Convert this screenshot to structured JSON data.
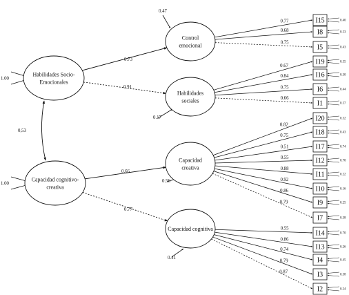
{
  "latent_nodes": [
    {
      "id": "hse",
      "lines": [
        "Habilidades Socio-",
        "Emocionales"
      ],
      "variance": "1.00"
    },
    {
      "id": "ccc",
      "lines": [
        "Capacidad cognitivo-",
        "creativa"
      ],
      "variance": "1.00"
    },
    {
      "id": "ce",
      "lines": [
        "Control",
        "emocional"
      ],
      "residual": "0.47"
    },
    {
      "id": "hs",
      "lines": [
        "Habilidades",
        "sociales"
      ],
      "residual": "0.17"
    },
    {
      "id": "cr",
      "lines": [
        "Capacidad",
        "creativa"
      ],
      "residual": "0.56"
    },
    {
      "id": "cg",
      "lines": [
        "Capacidad cognitiva"
      ],
      "residual": "0.41"
    }
  ],
  "correlation": {
    "from": "hse",
    "to": "ccc",
    "value": "0,53"
  },
  "structural_paths": [
    {
      "from": "hse",
      "to": "ce",
      "value": "0.73",
      "style": "solid"
    },
    {
      "from": "hse",
      "to": "hs",
      "value": "0.91",
      "style": "dashed"
    },
    {
      "from": "ccc",
      "to": "cr",
      "value": "0.66",
      "style": "solid"
    },
    {
      "from": "ccc",
      "to": "cg",
      "value": "0.77",
      "style": "dashed"
    }
  ],
  "indicators": [
    {
      "label": "I15",
      "factor": "ce",
      "loading": "0.77",
      "error": "0.40",
      "style": "solid"
    },
    {
      "label": "I8",
      "factor": "ce",
      "loading": "0.68",
      "error": "0.53",
      "style": "solid"
    },
    {
      "label": "I5",
      "factor": "ce",
      "loading": "0.75",
      "error": "0.43",
      "style": "dashed"
    },
    {
      "label": "I19",
      "factor": "hs",
      "loading": "0.67",
      "error": "0.55",
      "style": "solid"
    },
    {
      "label": "I16",
      "factor": "hs",
      "loading": "0.84",
      "error": "0.30",
      "style": "solid"
    },
    {
      "label": "I6",
      "factor": "hs",
      "loading": "0.75",
      "error": "0.44",
      "style": "solid"
    },
    {
      "label": "I1",
      "factor": "hs",
      "loading": "0.66",
      "error": "0.57",
      "style": "dashed"
    },
    {
      "label": "I20",
      "factor": "cr",
      "loading": "0.82",
      "error": "0.32",
      "style": "solid"
    },
    {
      "label": "I18",
      "factor": "cr",
      "loading": "0.75",
      "error": "0.43",
      "style": "solid"
    },
    {
      "label": "I17",
      "factor": "cr",
      "loading": "0.51",
      "error": "0.74",
      "style": "solid"
    },
    {
      "label": "I12",
      "factor": "cr",
      "loading": "0.55",
      "error": "0.70",
      "style": "solid"
    },
    {
      "label": "I11",
      "factor": "cr",
      "loading": "0.88",
      "error": "0.22",
      "style": "solid"
    },
    {
      "label": "I10",
      "factor": "cr",
      "loading": "0.92",
      "error": "0.16",
      "style": "solid"
    },
    {
      "label": "I9",
      "factor": "cr",
      "loading": "0.86",
      "error": "0.25",
      "style": "solid"
    },
    {
      "label": "I7",
      "factor": "cr",
      "loading": "0.79",
      "error": "0.38",
      "style": "dashed"
    },
    {
      "label": "I14",
      "factor": "cg",
      "loading": "0.55",
      "error": "0.70",
      "style": "solid"
    },
    {
      "label": "I13",
      "factor": "cg",
      "loading": "0.86",
      "error": "0.26",
      "style": "solid"
    },
    {
      "label": "I4",
      "factor": "cg",
      "loading": "0.74",
      "error": "0.45",
      "style": "solid"
    },
    {
      "label": "I3",
      "factor": "cg",
      "loading": "0.79",
      "error": "0.38",
      "style": "solid"
    },
    {
      "label": "I2",
      "factor": "cg",
      "loading": "0.87",
      "error": "0.24",
      "style": "dashed"
    }
  ]
}
